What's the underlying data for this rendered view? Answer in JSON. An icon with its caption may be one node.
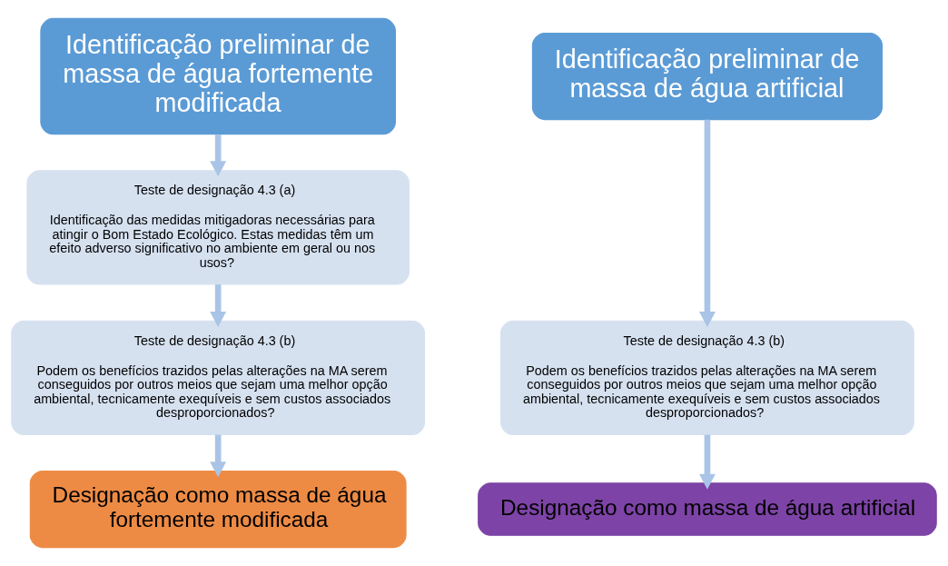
{
  "diagram": {
    "nodes": [
      {
        "text": [
          "Identificação preliminar de massa de água fortemente modificada"
        ]
      },
      {
        "text": [
          "Teste de designação 4.3 (a)",
          "Identificação das medidas mitigadoras necessárias para atingir o Bom Estado Ecológico. Estas medidas têm um efeito adverso significativo no ambiente em geral ou nos usos?"
        ]
      },
      {
        "text": [
          "Teste de designação 4.3 (b)",
          "Podem os benefícios trazidos pelas alterações na MA serem conseguidos por outros meios que sejam uma melhor opção ambiental, tecnicamente exequíveis e sem custos associados desproporcionados?"
        ]
      },
      {
        "text": [
          "Designação como massa de água fortemente modificada"
        ]
      },
      {
        "text": [
          "Identificação preliminar de massa de água artificial"
        ]
      },
      {
        "text": [
          "Teste de designação 4.3 (b)",
          "Podem os benefícios trazidos pelas alterações na MA serem conseguidos por outros meios que sejam uma melhor opção ambiental, tecnicamente exequíveis e sem custos associados desproporcionados?"
        ]
      },
      {
        "text": [
          "Designação como massa de água artificial"
        ]
      }
    ],
    "edges": [
      {
        "from": 0,
        "to": 1,
        "arrow": "to"
      },
      {
        "from": 1,
        "to": 2,
        "arrow": "to"
      },
      {
        "from": 2,
        "to": 3,
        "arrow": "to"
      },
      {
        "from": 4,
        "to": 5,
        "arrow": "to"
      },
      {
        "from": 5,
        "to": 6,
        "arrow": "to"
      }
    ]
  }
}
